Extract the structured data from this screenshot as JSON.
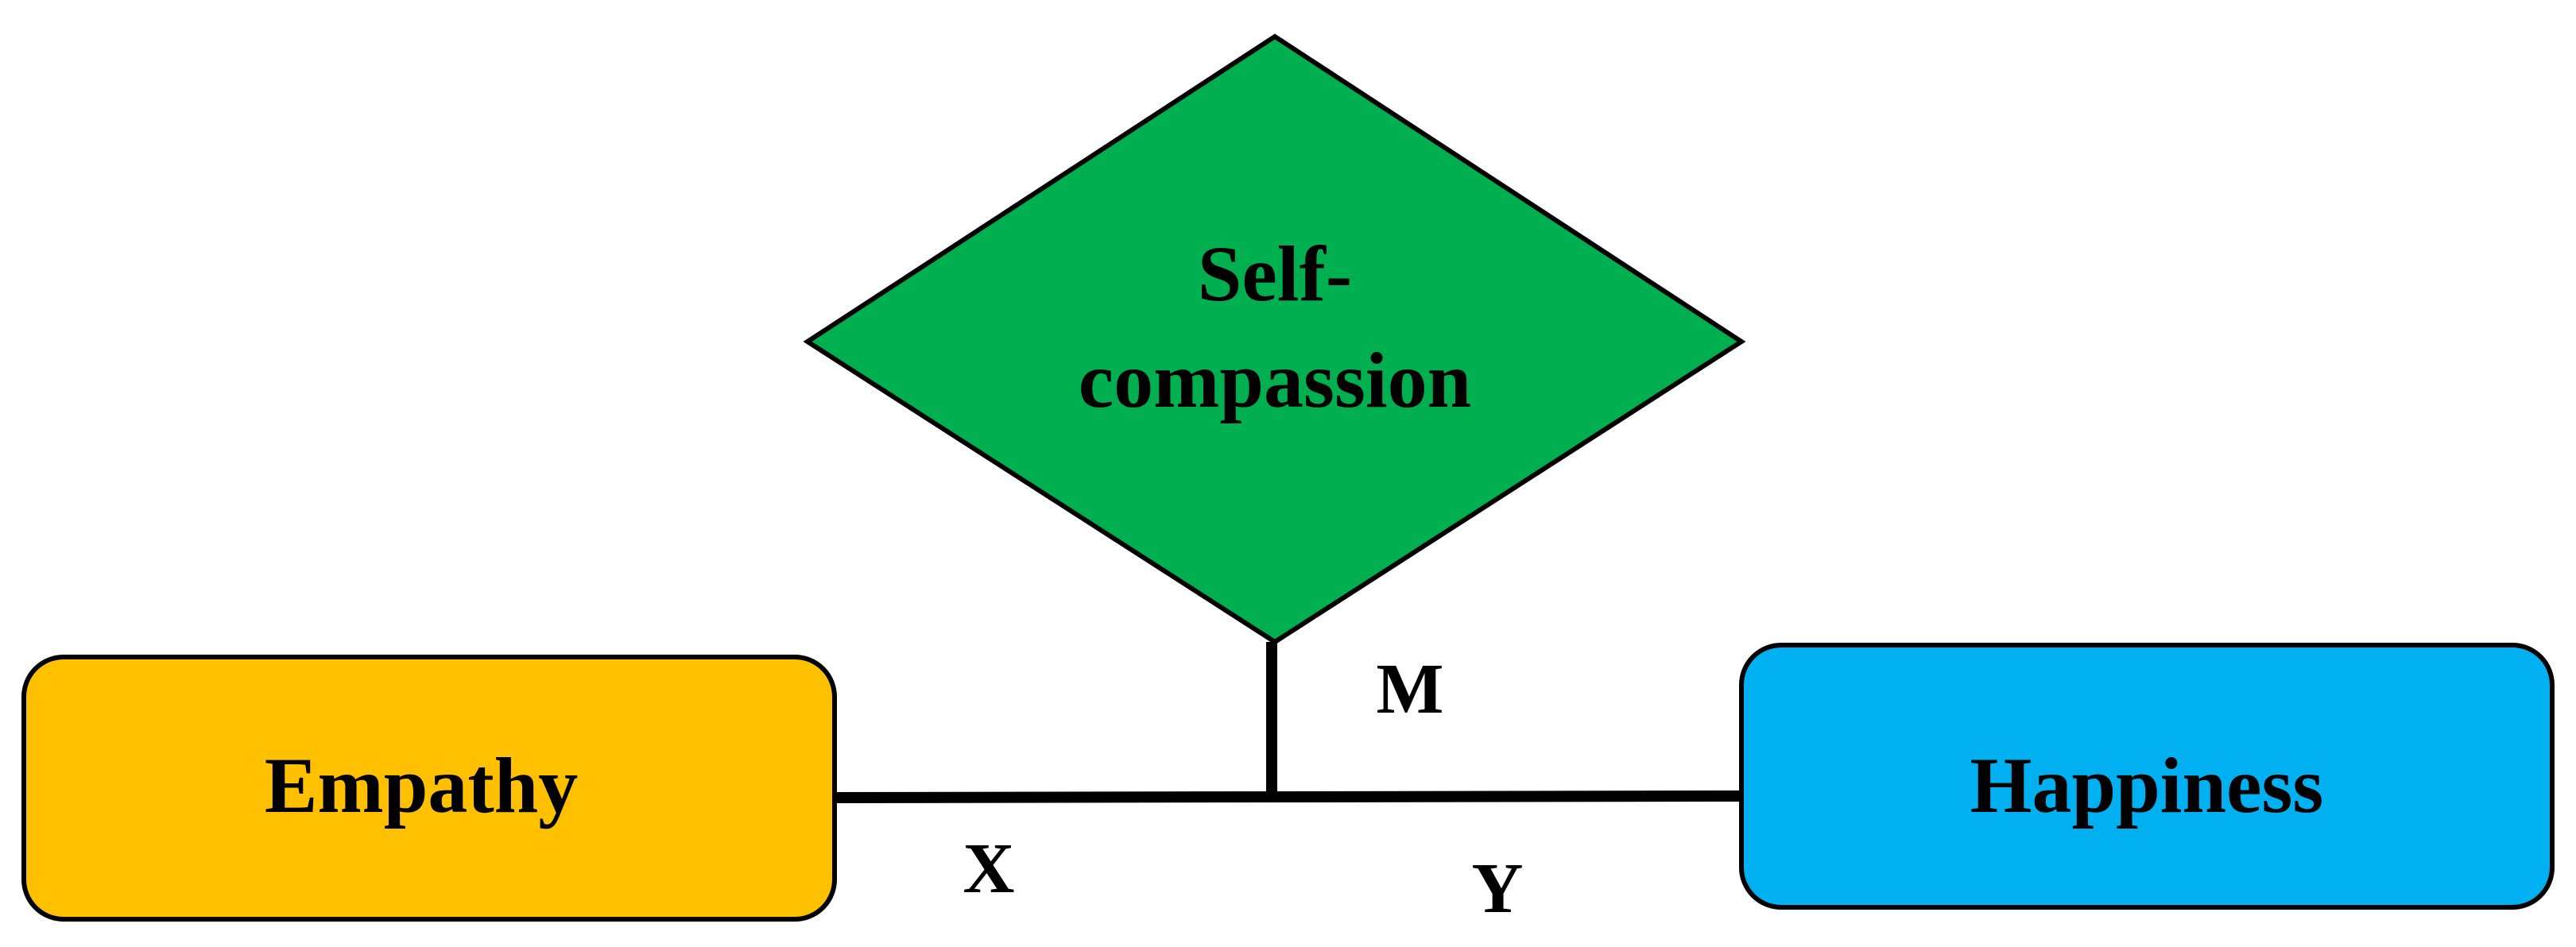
{
  "nodes": {
    "moderator": {
      "line1": "Self-",
      "line2": "compassion",
      "fill": "#00B050",
      "shape": "diamond"
    },
    "predictor": {
      "label": "Empathy",
      "fill": "#FFC000",
      "shape": "rounded-rectangle"
    },
    "outcome": {
      "label": "Happiness",
      "fill": "#00B0F0",
      "shape": "rounded-rectangle"
    }
  },
  "path_labels": {
    "x": "X",
    "y": "Y",
    "m": "M"
  },
  "edges": [
    {
      "from": "predictor",
      "to": "outcome",
      "arrow": true
    },
    {
      "from": "moderator",
      "to": "predictor-outcome-path",
      "arrow": true
    }
  ],
  "colors": {
    "stroke": "#000000"
  }
}
